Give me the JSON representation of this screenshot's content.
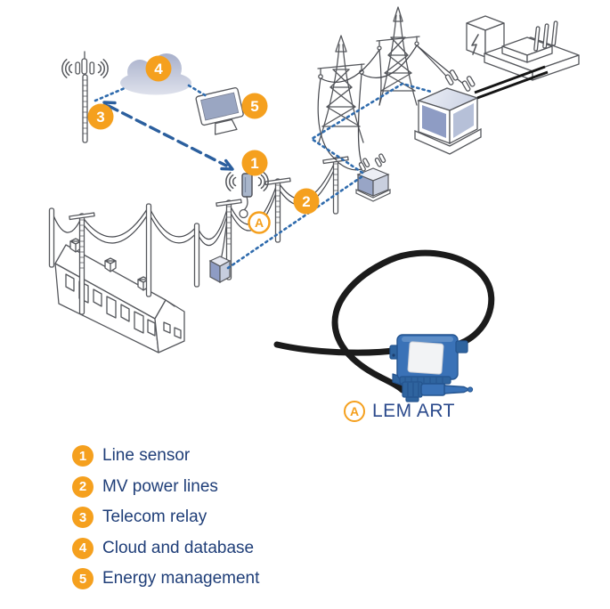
{
  "figure": {
    "description": "Smart grid MV line monitoring diagram with LEM ART line sensor",
    "background": "#FFFFFF"
  },
  "diagram_badges": {
    "b1": "1",
    "b2": "2",
    "b3": "3",
    "b4": "4",
    "b5": "5",
    "marker_a": "A"
  },
  "product_label": {
    "marker": "A",
    "name": "LEM ART"
  },
  "legend": {
    "items": [
      {
        "num": "1",
        "label": "Line sensor"
      },
      {
        "num": "2",
        "label": "MV power lines"
      },
      {
        "num": "3",
        "label": "Telecom relay"
      },
      {
        "num": "4",
        "label": "Cloud and database"
      },
      {
        "num": "5",
        "label": "Energy management"
      }
    ]
  },
  "colors": {
    "accent_orange": "#F5A01E",
    "legend_text": "#1F3E78",
    "product_name_text": "#2B4A8C",
    "link_blue": "#2F6BAD",
    "arrow_blue": "#2B5F9E",
    "product_blue": "#3A72B7",
    "cloud_fill": "#B9C0D6",
    "transformer_panel": "#8E9CC4"
  }
}
